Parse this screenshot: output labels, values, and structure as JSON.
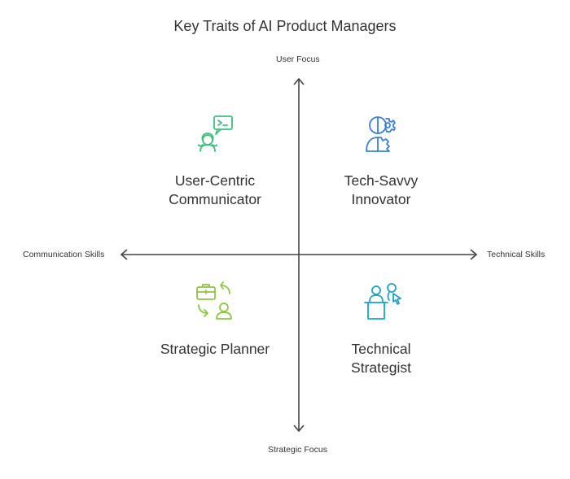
{
  "title": "Key Traits of AI Product Managers",
  "axes": {
    "top": "User Focus",
    "bottom": "Strategic Focus",
    "left": "Communication Skills",
    "right": "Technical Skills"
  },
  "quadrants": {
    "top_left": {
      "label": "User-Centric\nCommunicator",
      "icon": "user-chat-icon",
      "color": "#3dbf7e"
    },
    "top_right": {
      "label": "Tech-Savvy\nInnovator",
      "icon": "head-gear-icon",
      "color": "#3b7fd9"
    },
    "bottom_left": {
      "label": "Strategic Planner",
      "icon": "briefcase-cycle-icon",
      "color": "#8cc63f"
    },
    "bottom_right": {
      "label": "Technical\nStrategist",
      "icon": "presenter-icon",
      "color": "#1ba3c9"
    }
  },
  "colors": {
    "axis": "#444444",
    "text": "#333333"
  }
}
